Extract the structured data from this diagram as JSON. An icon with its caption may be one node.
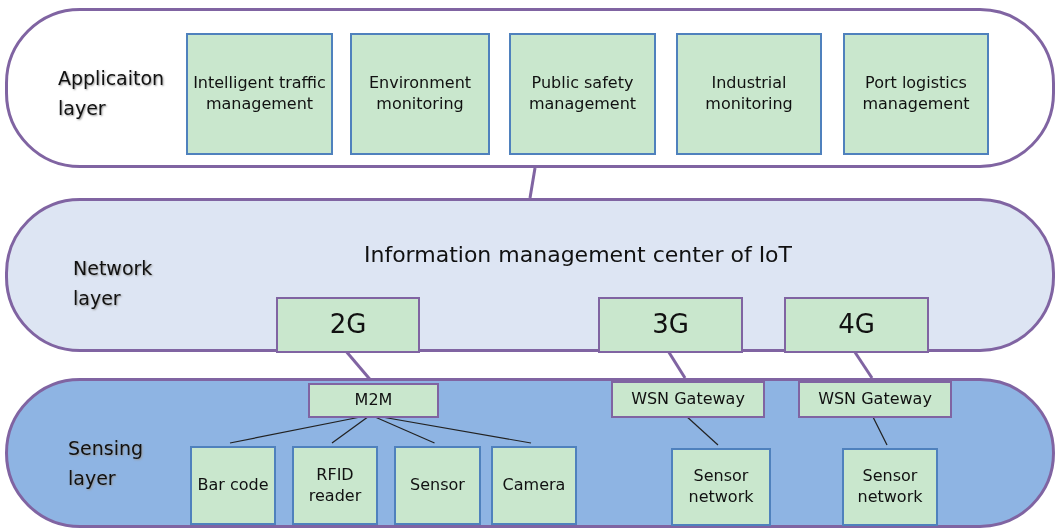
{
  "diagram": {
    "nodes": [
      {
        "text": [
          "Applicaiton layer"
        ]
      },
      {
        "text": [
          "Intelligent traffic management"
        ],
        "in": 0
      },
      {
        "text": [
          "Environment monitoring"
        ],
        "in": 0
      },
      {
        "text": [
          "Public safety management"
        ],
        "in": 0
      },
      {
        "text": [
          "Industrial monitoring"
        ],
        "in": 0
      },
      {
        "text": [
          "Port logistics management"
        ],
        "in": 0
      },
      {
        "text": [
          "Network layer",
          "Information management center of IoT"
        ]
      },
      {
        "text": [
          "2G"
        ],
        "in": 6
      },
      {
        "text": [
          "3G"
        ],
        "in": 6
      },
      {
        "text": [
          "4G"
        ],
        "in": 6
      },
      {
        "text": [
          "Sensing layer"
        ]
      },
      {
        "text": [
          "M2M"
        ],
        "in": 10
      },
      {
        "text": [
          "WSN Gateway"
        ],
        "in": 10
      },
      {
        "text": [
          "WSN Gateway"
        ],
        "in": 10
      },
      {
        "text": [
          "Bar code"
        ],
        "in": 10
      },
      {
        "text": [
          "RFID reader"
        ],
        "in": 10
      },
      {
        "text": [
          "Sensor"
        ],
        "in": 10
      },
      {
        "text": [
          "Camera"
        ],
        "in": 10
      },
      {
        "text": [
          "Sensor network"
        ],
        "in": 10
      },
      {
        "text": [
          "Sensor network"
        ],
        "in": 10
      }
    ],
    "edges": [
      {
        "from": 0,
        "to": 6,
        "arrow": "none",
        "style": "thick",
        "color": "#8064a2"
      },
      {
        "from": 7,
        "to": 11,
        "arrow": "none",
        "style": "thick",
        "color": "#8064a2"
      },
      {
        "from": 8,
        "to": 12,
        "arrow": "none",
        "style": "thick",
        "color": "#8064a2"
      },
      {
        "from": 9,
        "to": 13,
        "arrow": "none",
        "style": "thick",
        "color": "#8064a2"
      },
      {
        "from": 11,
        "to": 14,
        "arrow": "none"
      },
      {
        "from": 11,
        "to": 15,
        "arrow": "none"
      },
      {
        "from": 11,
        "to": 16,
        "arrow": "none"
      },
      {
        "from": 11,
        "to": 17,
        "arrow": "none"
      },
      {
        "from": 12,
        "to": 18,
        "arrow": "none"
      },
      {
        "from": 13,
        "to": 19,
        "arrow": "none"
      }
    ]
  }
}
